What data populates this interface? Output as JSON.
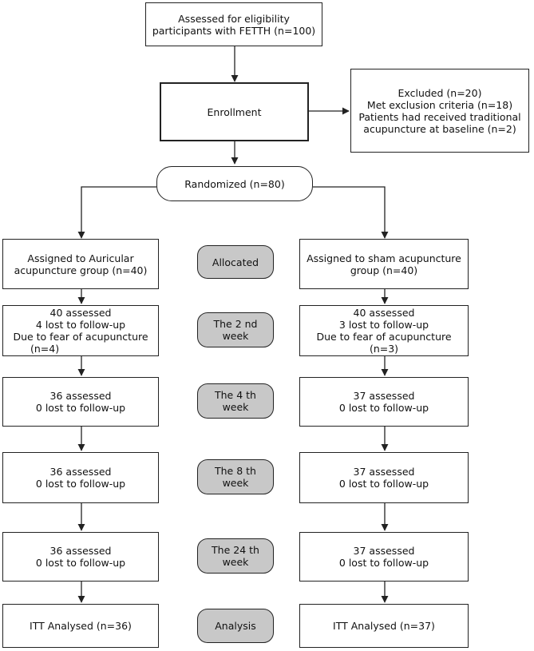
{
  "top": {
    "lines": [
      "Assessed for eligibility",
      "participants with FETTH (n=100)"
    ]
  },
  "enrollment": {
    "label": "Enrollment"
  },
  "excluded": {
    "lines": [
      "Excluded (n=20)",
      "Met exclusion criteria (n=18)",
      "Patients had received traditional",
      "acupuncture at baseline (n=2)"
    ]
  },
  "randomized": {
    "label": "Randomized (n=80)"
  },
  "stages": [
    {
      "label_lines": [
        "Allocated"
      ],
      "left": [
        "Assigned to Auricular",
        "acupuncture group (n=40)"
      ],
      "right": [
        "Assigned to sham acupuncture",
        "group (n=40)"
      ]
    },
    {
      "label_lines": [
        "The 2 nd",
        "week"
      ],
      "left": [
        "40 assessed",
        "4 lost to follow-up",
        "Due to fear of acupuncture",
        "(n=4)"
      ],
      "right": [
        "40 assessed",
        "3 lost to follow-up",
        "Due to fear of acupuncture",
        "(n=3)"
      ]
    },
    {
      "label_lines": [
        "The 4 th",
        "week"
      ],
      "left": [
        "36 assessed",
        "0 lost to follow-up"
      ],
      "right": [
        "37 assessed",
        "0 lost to follow-up"
      ]
    },
    {
      "label_lines": [
        "The 8 th",
        "week"
      ],
      "left": [
        "36 assessed",
        "0 lost to follow-up"
      ],
      "right": [
        "37 assessed",
        "0 lost to follow-up"
      ]
    },
    {
      "label_lines": [
        "The 24 th",
        "week"
      ],
      "left": [
        "36 assessed",
        "0 lost to follow-up"
      ],
      "right": [
        "37 assessed",
        "0 lost to follow-up"
      ]
    },
    {
      "label_lines": [
        "Analysis"
      ],
      "left": [
        "ITT Analysed (n=36)"
      ],
      "right": [
        "ITT Analysed (n=37)"
      ]
    }
  ]
}
